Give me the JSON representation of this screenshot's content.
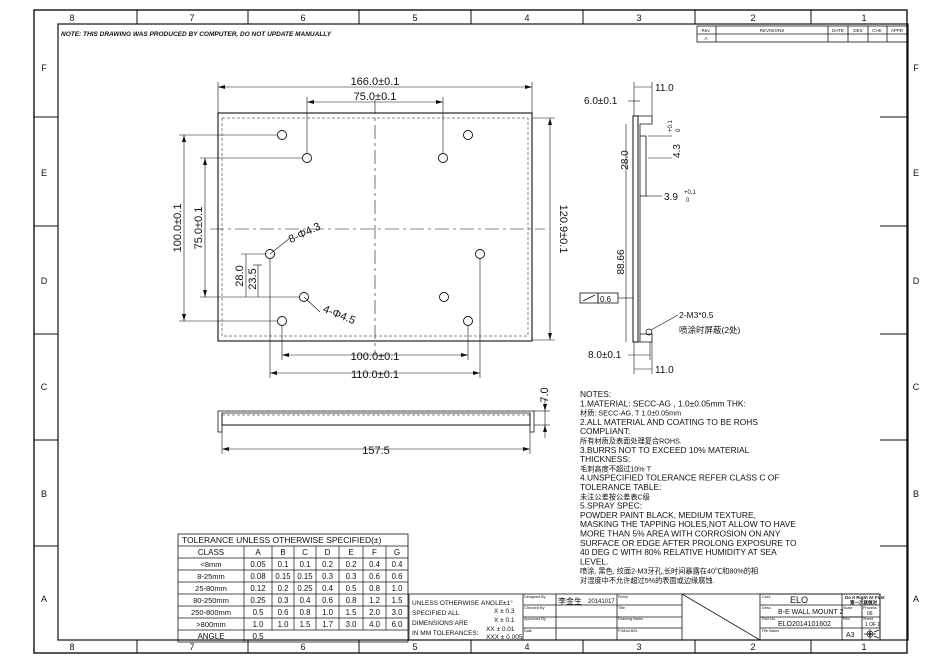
{
  "sheet": {
    "zone_columns": [
      "8",
      "7",
      "6",
      "5",
      "4",
      "3",
      "2",
      "1"
    ],
    "zone_rows": [
      "F",
      "E",
      "D",
      "C",
      "B",
      "A"
    ],
    "note": "NOTE: THIS DRAWING WAS PRODUCED BY COMPUTER, DO NOT UPDATE MANUALLY"
  },
  "revisions": {
    "headers": [
      "Rev.",
      "REVISIONS",
      "DATE",
      "DES",
      "CHK",
      "APPD"
    ],
    "rows": [
      [
        "A",
        "",
        "",
        "",
        "",
        ""
      ]
    ]
  },
  "front_view": {
    "dim_width": "166.0±0.1",
    "dim_top_holes": "75.0±0.1",
    "dim_height_left": "100.0±0.1",
    "dim_height_inner": "75.0±0.1",
    "dim_height_right": "120.9±0.1",
    "dim_28": "28.0",
    "dim_23_5": "23.5",
    "hole_callout_1": "8-Φ4.3",
    "hole_callout_2": "4-Φ4.5",
    "dim_bottom_inner": "100.0±0.1",
    "dim_bottom_outer": "110.0±0.1"
  },
  "bottom_view": {
    "dim_length": "157.5",
    "dim_height": "7.0"
  },
  "side_view": {
    "dim_11_top": "11.0",
    "dim_6": "6.0±0.1",
    "dim_28": "28.0",
    "dim_4_3": "4.3",
    "dim_4_3_tol_top": "+0.1",
    "dim_4_3_tol_bot": "0",
    "dim_3_9": "3.9",
    "dim_3_9_tol_top": "+0.1",
    "dim_3_9_tol_bot": "0",
    "dim_88_66": "88.66",
    "flatness_value": "0.6",
    "callout_m3": "2-M3*0.5",
    "callout_m3_cn": "喷涂时屏蔽(2处)",
    "dim_8": "8.0±0.1",
    "dim_11_bot": "11.0"
  },
  "notes": [
    {
      "text": "NOTES:",
      "cn": false
    },
    {
      "text": "1.MATERIAL: SECC-AG , 1.0±0.05mm THK:",
      "cn": false
    },
    {
      "text": "材质: SECC-AG, T 1.0±0.05mm",
      "cn": true
    },
    {
      "text": "2.ALL MATERIAL AND COATING TO BE ROHS",
      "cn": false
    },
    {
      "text": "COMPLIANT:",
      "cn": false
    },
    {
      "text": "所有材质及表面处理复合ROHS.",
      "cn": true
    },
    {
      "text": "3.BURRS NOT TO EXCEED 10% MATERIAL",
      "cn": false
    },
    {
      "text": "THICKNESS:",
      "cn": false
    },
    {
      "text": "毛刺高度不超过10% T",
      "cn": true
    },
    {
      "text": "4.UNSPECIFIED TOLERANCE REFER CLASS C OF",
      "cn": false
    },
    {
      "text": "TOLERANCE TABLE:",
      "cn": false
    },
    {
      "text": "未注公差按公差表C级",
      "cn": true
    },
    {
      "text": "5.SPRAY SPEC:",
      "cn": false
    },
    {
      "text": "  POWDER PAINT BLACK, MEDIUM TEXTURE,",
      "cn": false
    },
    {
      "text": "MASKING THE TAPPING HOLES,NOT ALLOW TO HAVE",
      "cn": false
    },
    {
      "text": "MORE THAN 5% AREA WITH CORROSION ON ANY",
      "cn": false
    },
    {
      "text": "SURFACE OR EDGE AFTER PROLONG EXPOSURE TO",
      "cn": false
    },
    {
      "text": "40 DEG C WITH 80% RELATIVE HUMIDITY AT SEA",
      "cn": false
    },
    {
      "text": "LEVEL.",
      "cn": false
    },
    {
      "text": "喷涂, 黑色, 纹面2-M3牙孔,长时间暴露在40℃和80%的相",
      "cn": true
    },
    {
      "text": "对湿度中不允许超过5%的表面或边缘腐蚀.",
      "cn": true
    }
  ],
  "tolerance_table": {
    "title": "TOLERANCE UNLESS OTHERWISE SPECIFIED(±)",
    "headers": [
      "CLASS",
      "A",
      "B",
      "C",
      "D",
      "E",
      "F",
      "G"
    ],
    "rows": [
      [
        "<8mm",
        "0.05",
        "0.1",
        "0.1",
        "0.2",
        "0.2",
        "0.4",
        "0.4"
      ],
      [
        "8-25mm",
        "0.08",
        "0.15",
        "0.15",
        "0.3",
        "0.3",
        "0.6",
        "0.6"
      ],
      [
        "25-80mm",
        "0.12",
        "0.2",
        "0.25",
        "0.4",
        "0.5",
        "0.8",
        "1.0"
      ],
      [
        "80-250mm",
        "0.25",
        "0.3",
        "0.4",
        "0.6",
        "0.8",
        "1.2",
        "1.5"
      ],
      [
        "250-800mm",
        "0.5",
        "0.6",
        "0.8",
        "1.0",
        "1.5",
        "2.0",
        "3.0"
      ],
      [
        ">800mm",
        "1.0",
        "1.0",
        "1.5",
        "1.7",
        "3.0",
        "4.0",
        "6.0"
      ]
    ],
    "angle_label": "ANGLE",
    "angle_value": "0.5"
  },
  "title_block": {
    "unless_lines": [
      "UNLESS OTHERWISE",
      "SPECIFIED ALL",
      "DIMENSIONS ARE",
      "IN MM TOLERANCES:"
    ],
    "angle_line": "ANGLE±1°",
    "tol_x": "X   ± 0.3",
    "tol_xx": "X   ± 0.1",
    "tol_xxx": "XX ±  0.01",
    "tol_xxxx": "XXX ± 0.005",
    "designed_by_label": "Designed By",
    "designer": "李金生",
    "design_date": "20141017",
    "checked_by_label": "Checked By",
    "approved_by_label": "Approved By",
    "date_label": "Date",
    "finish_label": "Finish",
    "title_label": "Title",
    "drawing_name_label": "Drawing Name",
    "pn_label": "P./Mod.B/N.",
    "cust_label": "Cust.",
    "cust": "ELO",
    "desc_label": "Desc.",
    "desc": "B-E WALL MOUNT 2",
    "part_label": "Part No.",
    "part_no": "ELO2014101602",
    "file_label": "File Name",
    "company_line1": "Do It Right At First",
    "company_line2": "第一次就做对",
    "scale_label": "Scale",
    "process_label": "Process",
    "process_value": "06",
    "rev_label": "Rev.",
    "sheet_label": "Sheet",
    "sheet_value": "1 OF 1",
    "size": "A3"
  }
}
